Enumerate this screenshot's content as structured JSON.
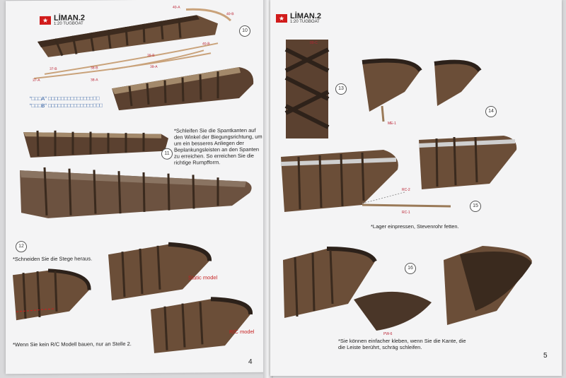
{
  "left_page": {
    "brand_name": "LİMAN.2",
    "brand_sub": "1:20 TUGBOAT",
    "page_number": "4",
    "note_a": "\"□□□A\" □□□□□□□□□□□□□□□□",
    "note_b": "\"□□□B\" □□□□□□□□□□□□□□□□□",
    "step_10": "10",
    "step_11": "11",
    "step_12": "12",
    "text_11": "*Schleifen Sie die Spantkanten auf den Winkel der Biegungsrichtung, um um ein besseres Anliegen der Beplankungsleisten an den Spanten zu erreichen. So erreichen Sie die richtige Rumpfform.",
    "text_12": "*Schneiden Sie die Stege heraus.",
    "text_rc": "*Wenn Sie kein R/C Modell bauen, nur an Stelle 2.",
    "label_static": "Static model",
    "label_rc": "R/C model",
    "part_labels": [
      "40-A",
      "40-B",
      "40-B",
      "37-B",
      "38-B",
      "39-B",
      "37-A",
      "38-A",
      "39-A"
    ]
  },
  "right_page": {
    "brand_name": "LİMAN.2",
    "brand_sub": "1:20 TUGBOAT",
    "page_number": "5",
    "step_13": "13",
    "step_14": "14",
    "step_15": "15",
    "step_16": "16",
    "text_15": "*Lager einpressen, Stevenrohr fetten.",
    "text_16": "*Sie können einfacher kleben, wenn Sie die Kante, die die Leiste berührt, schräg schleifen.",
    "label_me1": "ME-1",
    "label_rc2": "RC-2",
    "label_rc1": "RC-1",
    "label_pw6": "PW-6",
    "label_00c": "00-C"
  },
  "colors": {
    "wood_dark": "#4a3628",
    "wood_light": "#a88660",
    "accent_red": "#d11b1b"
  }
}
